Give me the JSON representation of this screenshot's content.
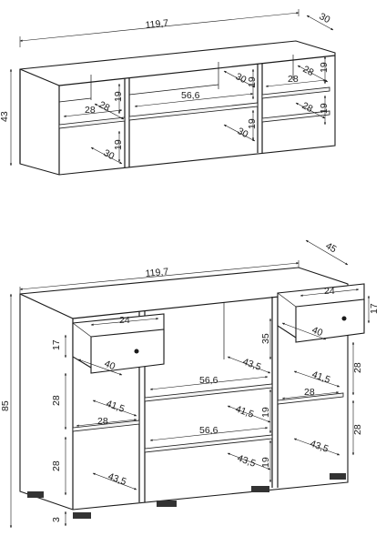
{
  "figure": {
    "top_unit": {
      "width": "119,7",
      "depth": "30",
      "height": "43",
      "middle_shelf": "56,6",
      "middle_depth": "30",
      "side_shelf": "28",
      "side_depth_left": "30",
      "side_depth_right": "28",
      "left_upper_h": "28",
      "left_upper_v": "19",
      "left_lower_v": "19",
      "right_upper_v": "19",
      "right_upper_depth": "28",
      "right_mid_v": "19",
      "right_lower_v": "19",
      "middle_lower_depth": "30",
      "left_lower_depth": "30"
    },
    "bottom_unit": {
      "width": "119,7",
      "depth": "45",
      "height": "85",
      "left_drawer_w": "24",
      "left_drawer_d": "40",
      "left_drawer_h": "17",
      "right_drawer_w": "24",
      "right_drawer_d": "40",
      "right_drawer_h": "17",
      "center_drawer_h": "35",
      "left_mid_h": "28",
      "left_low_h": "28",
      "left_shelf_d": "41,5",
      "left_shelf_w": "28",
      "left_low_d": "43,5",
      "center_shelf_w1": "56,6",
      "center_shelf_w2": "56,6",
      "center_d1": "43,5",
      "center_d2": "41,5",
      "center_d3": "43,5",
      "center_low_v": "19",
      "center_mid_v": "19",
      "right_d1": "41,5",
      "right_w1": "28",
      "right_h1": "28",
      "right_h2": "28",
      "right_d2": "43,5",
      "foot_h": "3"
    }
  }
}
